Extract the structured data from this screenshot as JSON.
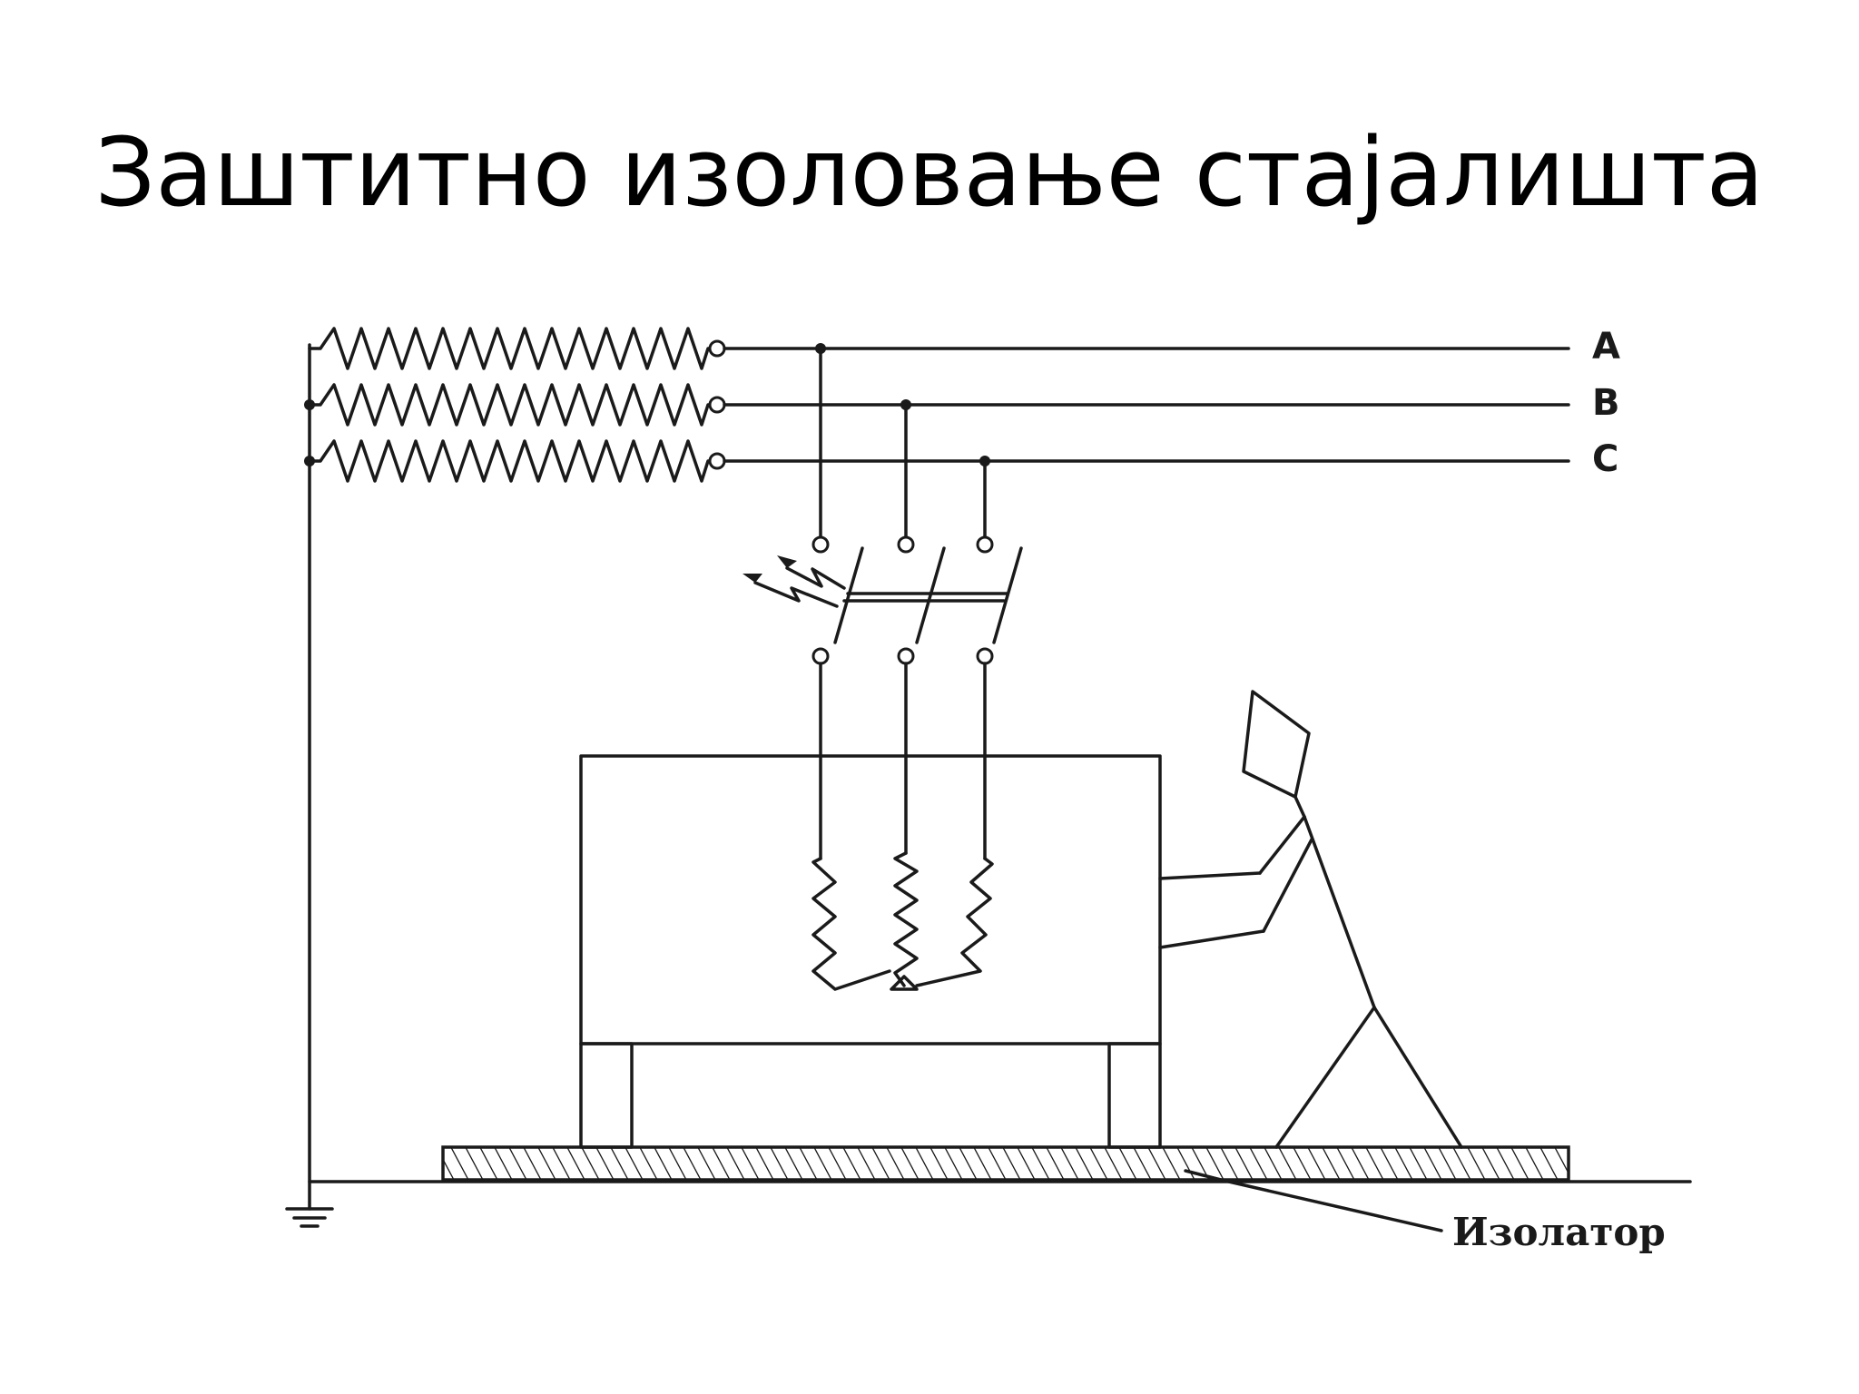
{
  "slide": {
    "title": "Заштитно изоловање стајалишта"
  },
  "diagram": {
    "phases": [
      "A",
      "B",
      "C"
    ],
    "insulator_label": "Изолатор"
  }
}
